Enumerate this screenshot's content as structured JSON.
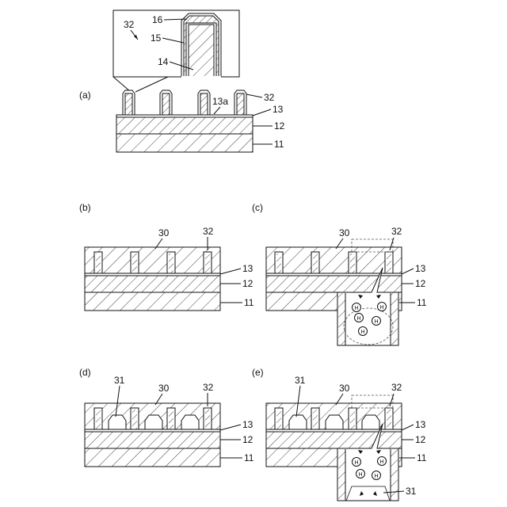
{
  "panels": {
    "a": {
      "label": "(a)",
      "refs": {
        "r32_callout": "32",
        "r16": "16",
        "r15": "15",
        "r14": "14",
        "r13a": "13a",
        "r32": "32",
        "r13": "13",
        "r12": "12",
        "r11": "11"
      }
    },
    "b": {
      "label": "(b)",
      "refs": {
        "r30": "30",
        "r32": "32",
        "r13": "13",
        "r12": "12",
        "r11": "11"
      }
    },
    "c": {
      "label": "(c)",
      "refs": {
        "r30": "30",
        "r32": "32",
        "r13": "13",
        "r12": "12",
        "r11": "11"
      },
      "ion_symbol": "H"
    },
    "d": {
      "label": "(d)",
      "refs": {
        "r31": "31",
        "r30": "30",
        "r32": "32",
        "r13": "13",
        "r12": "12",
        "r11": "11"
      }
    },
    "e": {
      "label": "(e)",
      "refs": {
        "r31": "31",
        "r30": "30",
        "r32": "32",
        "r13": "13",
        "r12": "12",
        "r11": "11",
        "r31_zoom": "31"
      },
      "ion_symbol": "H"
    }
  }
}
